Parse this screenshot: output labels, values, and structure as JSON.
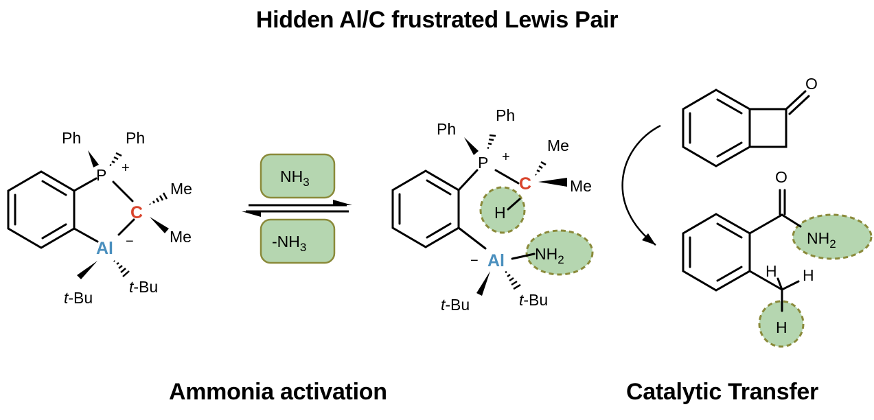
{
  "title": "Hidden Al/C frustrated Lewis Pair",
  "captions": {
    "left": "Ammonia activation",
    "right": "Catalytic Transfer"
  },
  "colors": {
    "aluminum": "#4a8fbe",
    "carbon_center": "#d9442c",
    "highlight_fill": "#b5d6b0",
    "highlight_border": "#8a8a3a"
  },
  "reactant": {
    "labels": {
      "ph1": "Ph",
      "ph2": "Ph",
      "p": "P",
      "p_charge": "+",
      "c": "C",
      "me1": "Me",
      "me2": "Me",
      "al": "Al",
      "al_charge": "−",
      "tbu1": "t",
      "tbu1_suffix": "-Bu",
      "tbu2": "t",
      "tbu2_suffix": "-Bu"
    }
  },
  "equilibrium": {
    "forward_reagent": "NH",
    "forward_sub": "3",
    "reverse_reagent": "-NH",
    "reverse_sub": "3"
  },
  "product": {
    "labels": {
      "ph1": "Ph",
      "ph2": "Ph",
      "p": "P",
      "p_charge": "+",
      "c": "C",
      "me1": "Me",
      "me2": "Me",
      "h": "H",
      "al": "Al",
      "al_charge": "−",
      "nh2": "NH",
      "nh2_sub": "2",
      "tbu1": "t",
      "tbu1_suffix": "-Bu",
      "tbu2": "t",
      "tbu2_suffix": "-Bu"
    }
  },
  "transfer": {
    "substrate_o": "O",
    "product_o": "O",
    "product_nh2": "NH",
    "product_nh2_sub": "2",
    "h1": "H",
    "h2": "H",
    "h3": "H"
  }
}
